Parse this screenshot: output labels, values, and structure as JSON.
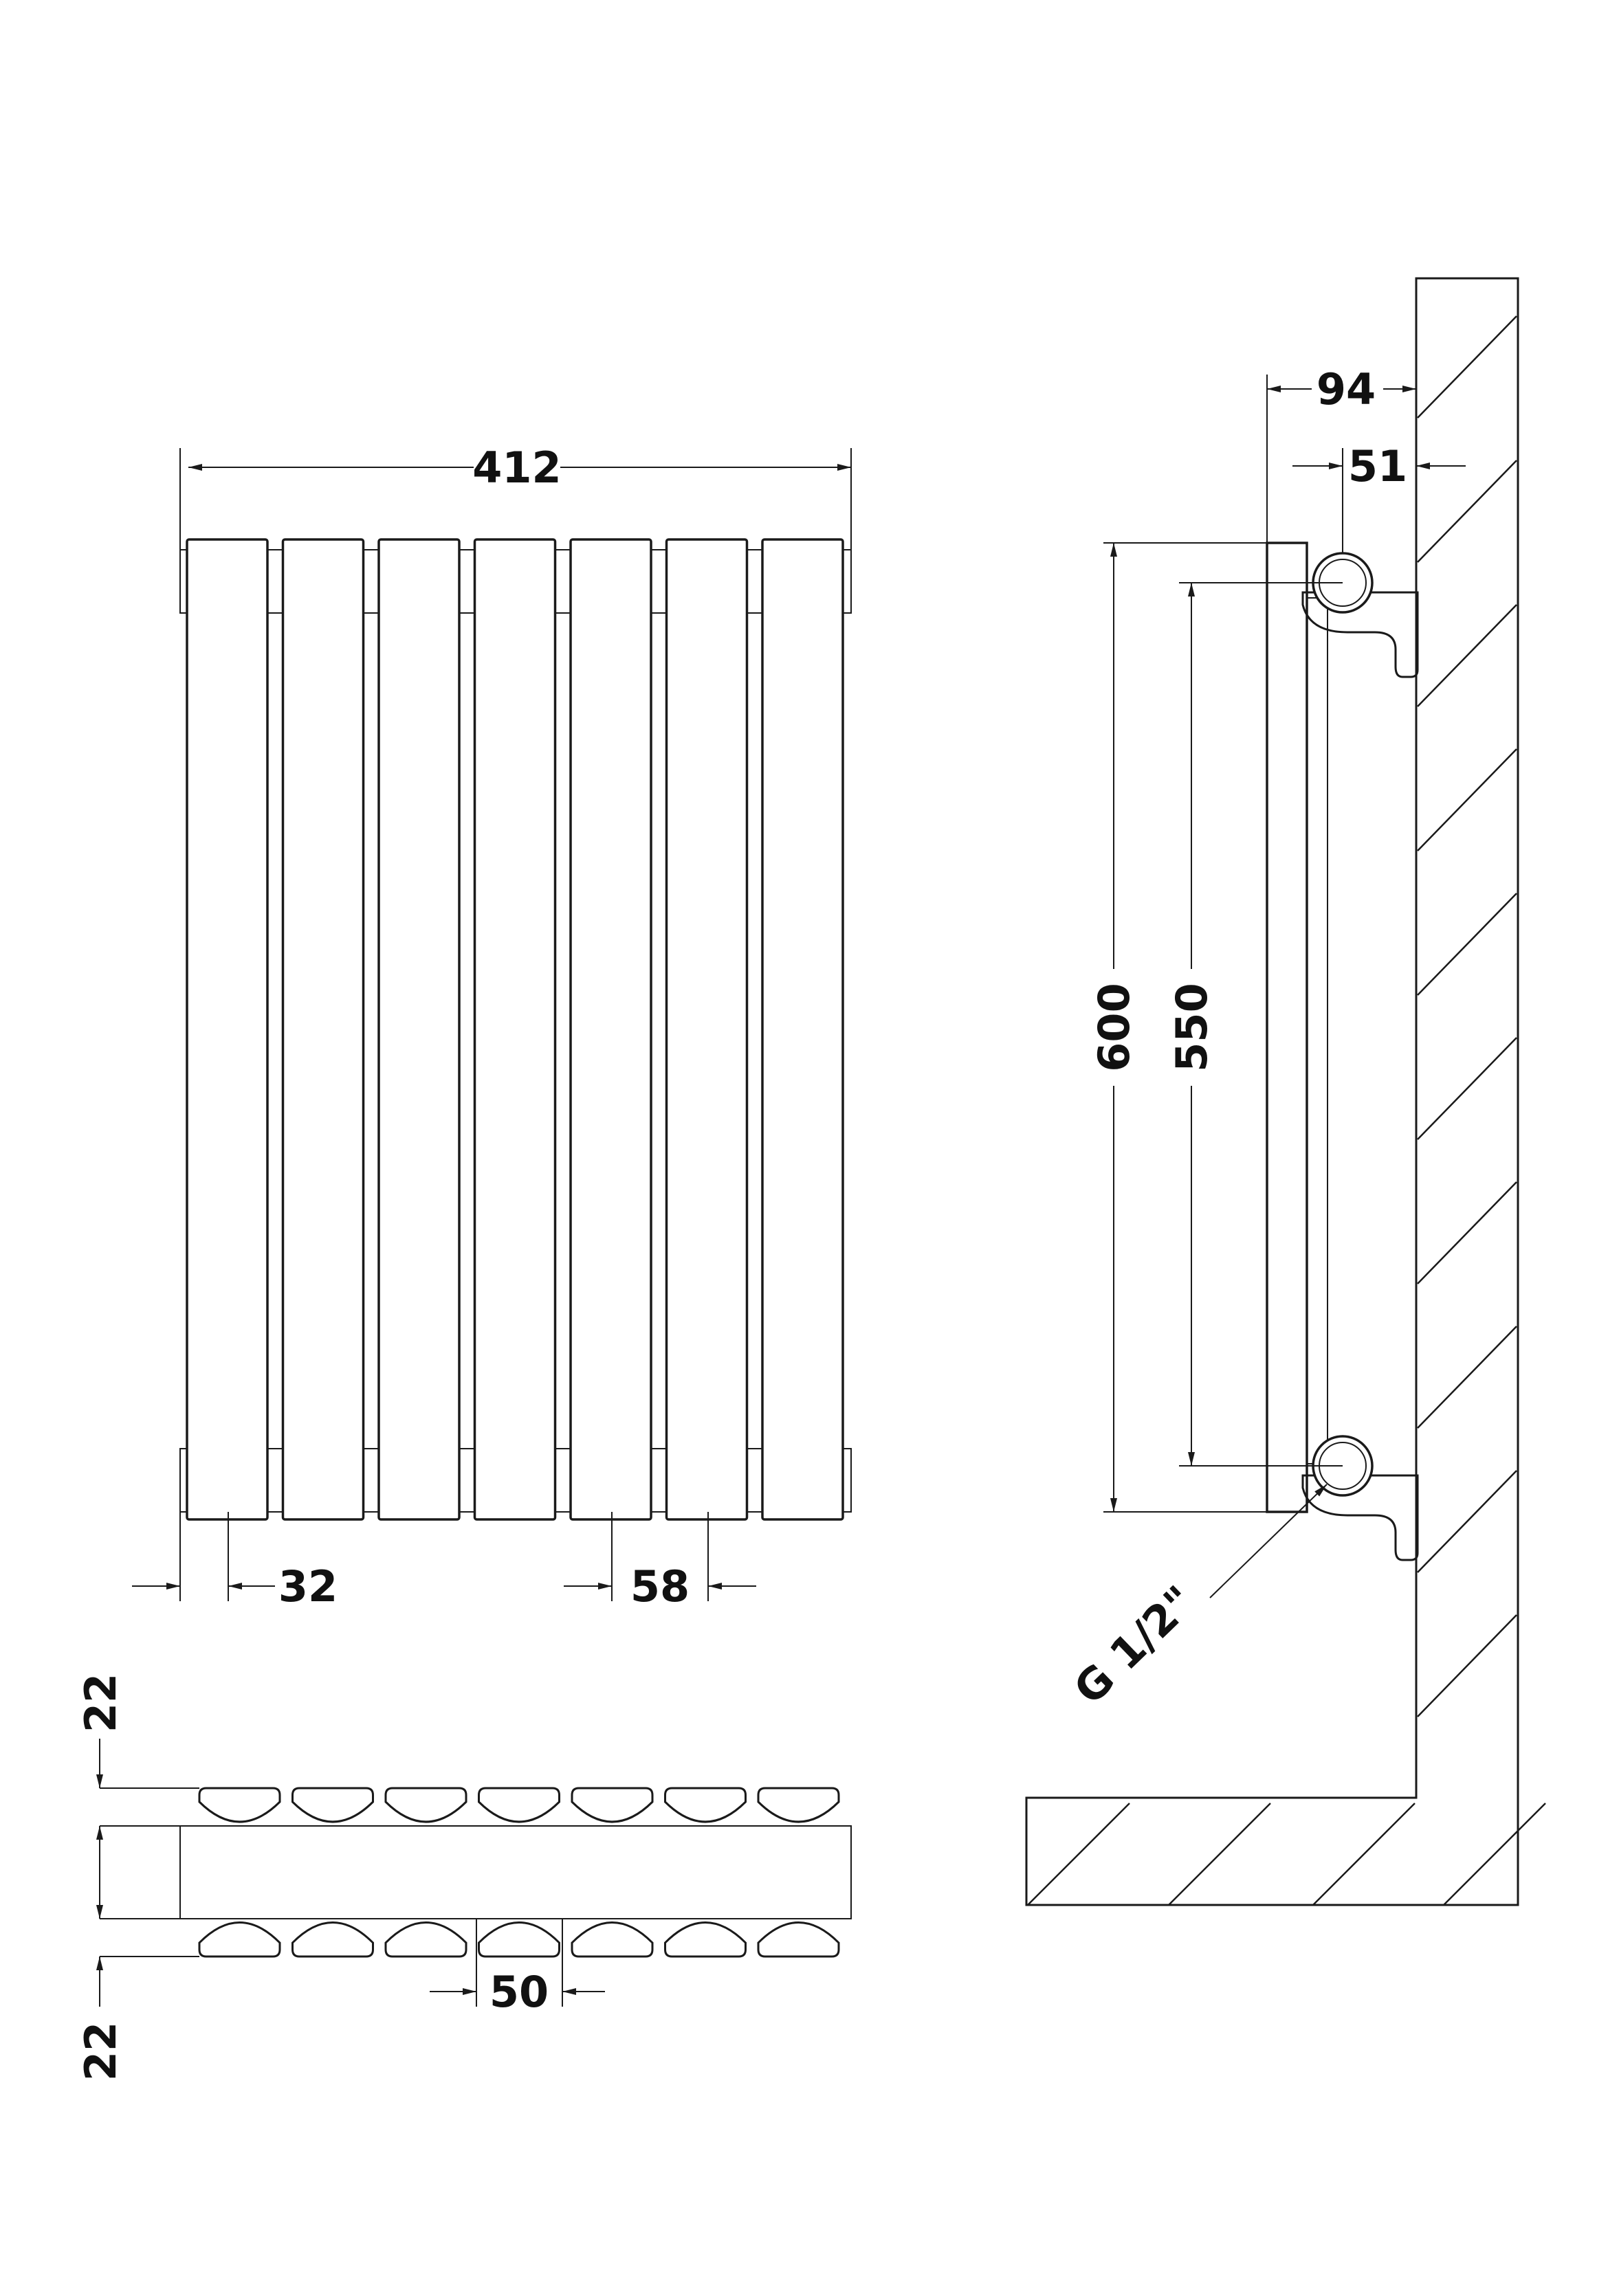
{
  "dimensions": {
    "overall_width": "412",
    "edge_offset": "32",
    "panel_pitch": "58",
    "depth_total": "94",
    "depth_pipe": "51",
    "height_total": "600",
    "pipe_centres": "550",
    "connection": "G 1/2\"",
    "top_depth": "22",
    "bottom_depth": "22",
    "plan_pitch": "50"
  },
  "colors": {
    "line": "#1a1a1a",
    "background": "#ffffff"
  }
}
